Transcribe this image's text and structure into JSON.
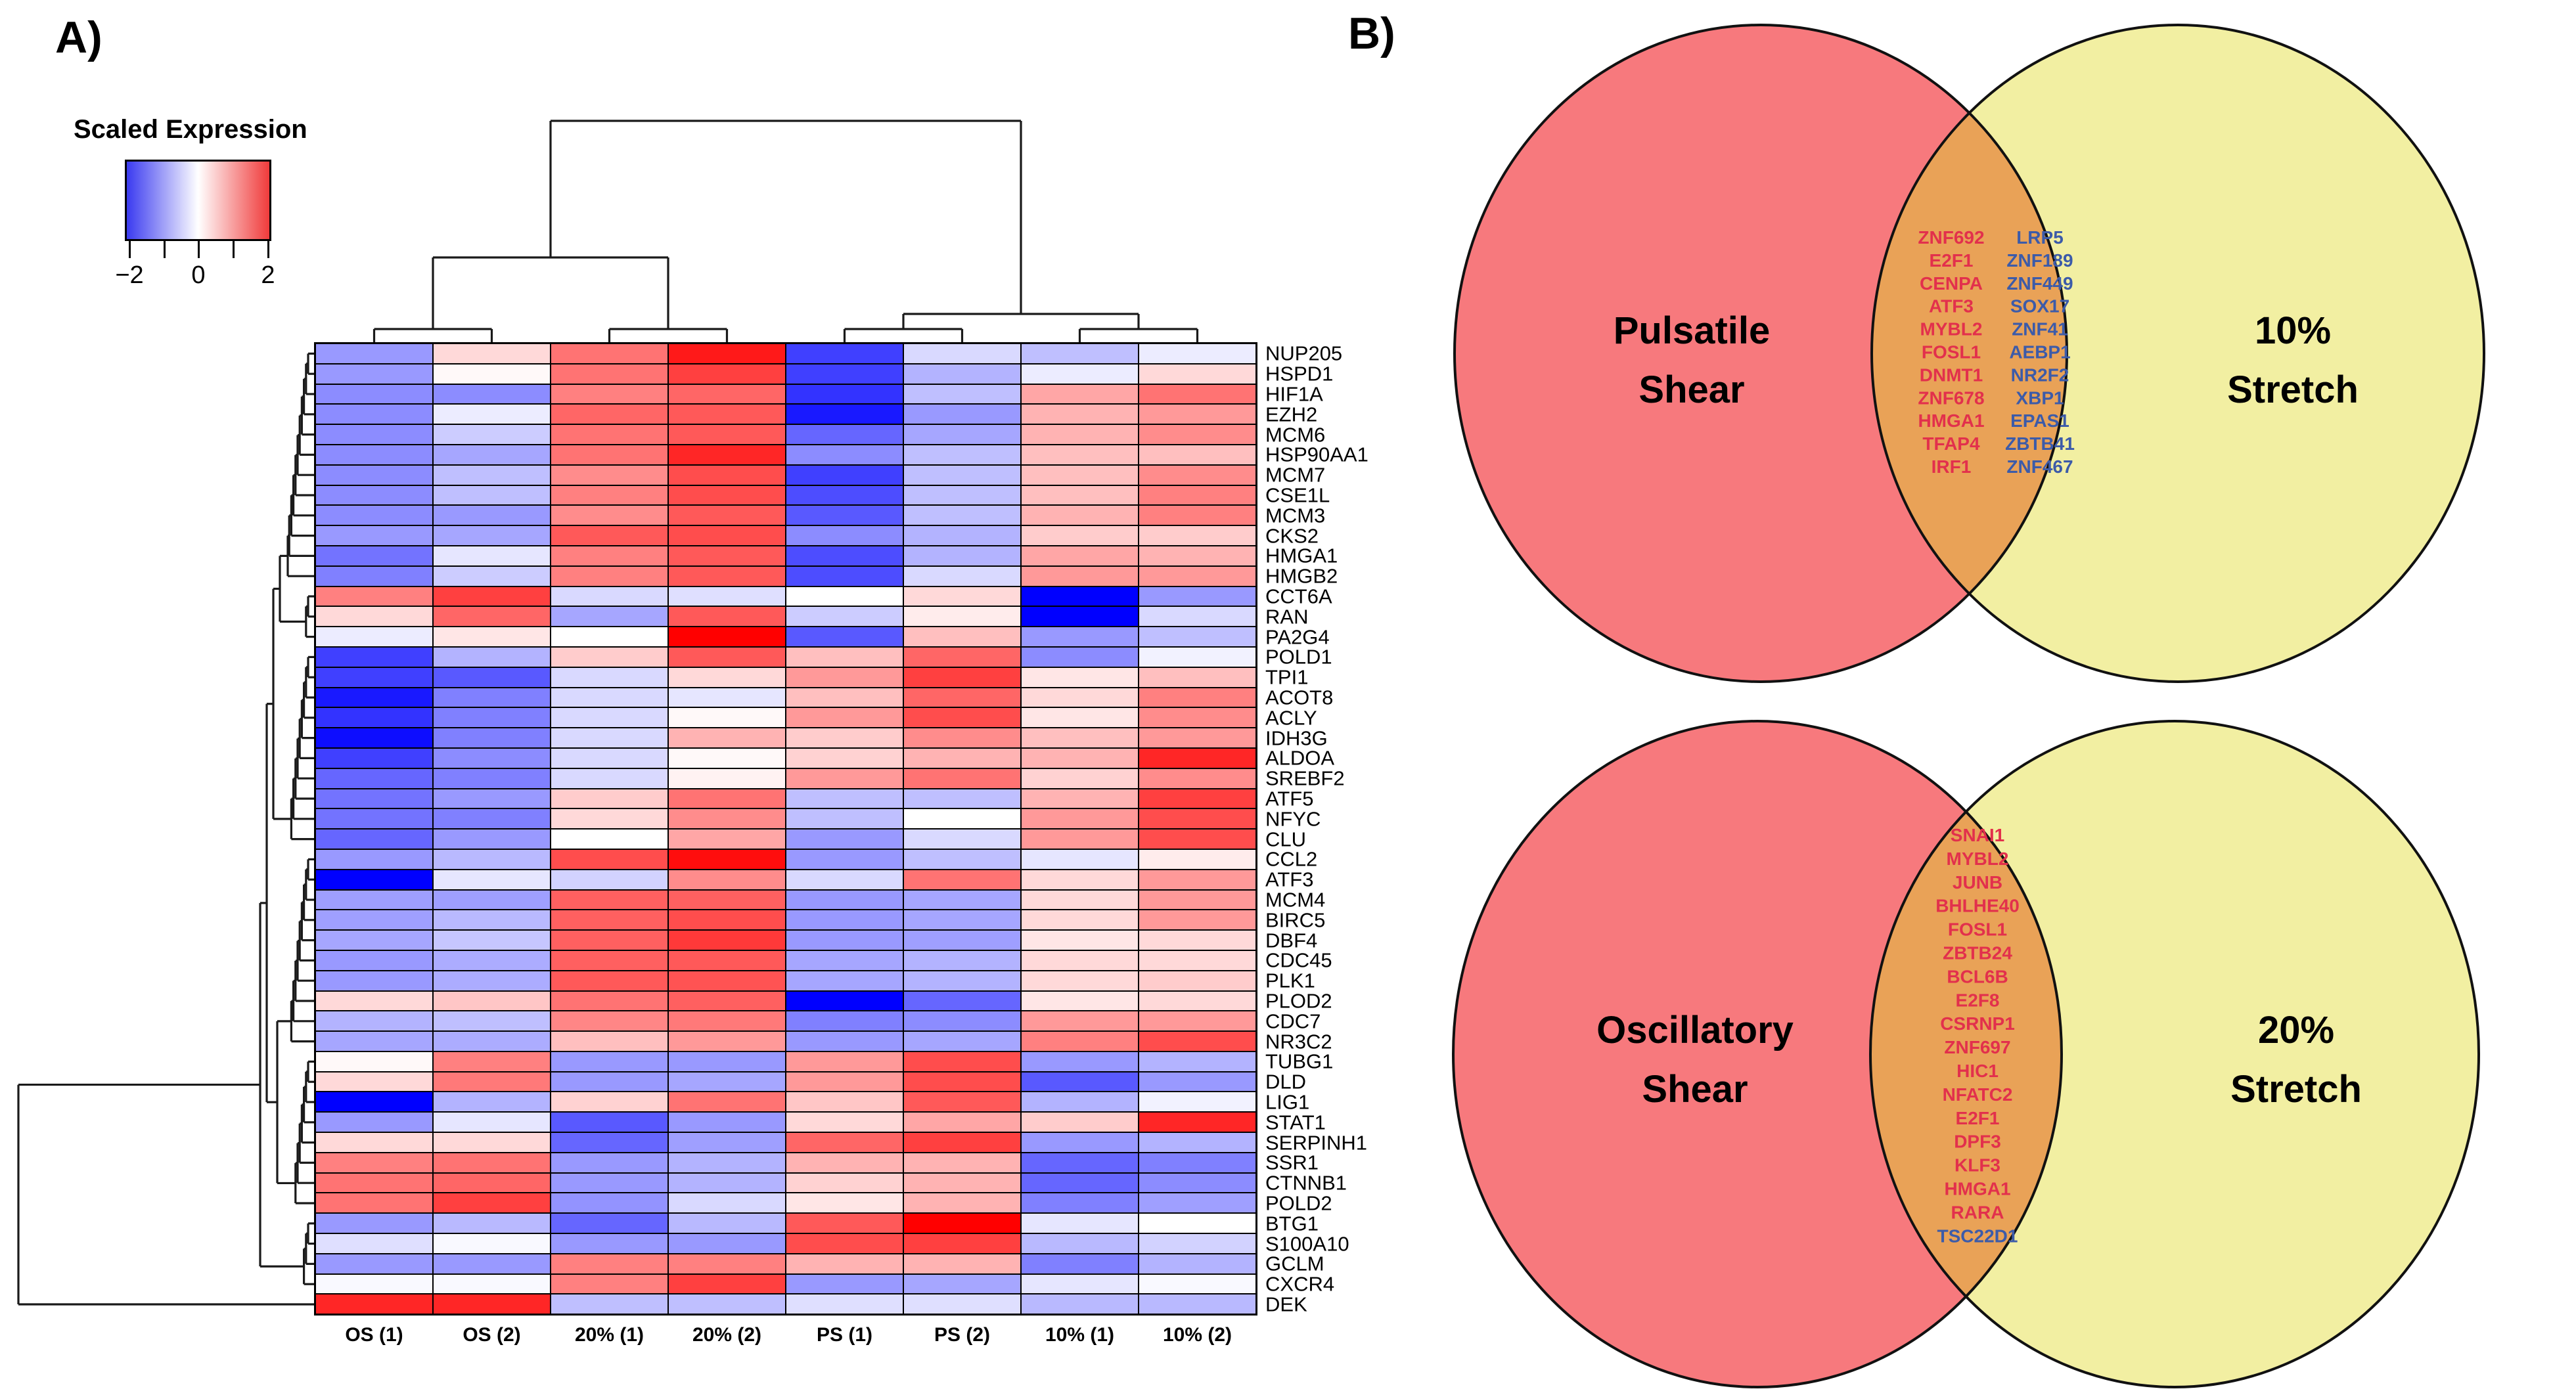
{
  "panel_labels": {
    "a": "A)",
    "b": "B)"
  },
  "colors": {
    "heat_low": "#0000FF",
    "heat_mid": "#FFFFFF",
    "heat_high": "#FF0000",
    "venn_left_fill": "#F7797D",
    "venn_right_fill": "#F2EFA2",
    "venn_overlap_fill": "#E9A257",
    "venn_red_text": "#E2304C",
    "venn_blue_text": "#3C5BA9",
    "dendro_stroke": "#1a1a1a"
  },
  "chart_data": [
    {
      "type": "heatmap",
      "panel": "A",
      "legend_title": "Scaled Expression",
      "colorbar": {
        "min": -2,
        "max": 2,
        "tick_labels": [
          "−2",
          "0",
          "2"
        ],
        "low_color": "#3B3BF0",
        "mid_color": "#FFFFFF",
        "high_color": "#F03B3B"
      },
      "columns": [
        "OS (1)",
        "OS (2)",
        "20% (1)",
        "20% (2)",
        "PS (1)",
        "PS (2)",
        "10% (1)",
        "10% (2)"
      ],
      "rows": [
        "NUP205",
        "HSPD1",
        "HIF1A",
        "EZH2",
        "MCM6",
        "HSP90AA1",
        "MCM7",
        "CSE1L",
        "MCM3",
        "CKS2",
        "HMGA1",
        "HMGB2",
        "CCT6A",
        "RAN",
        "PA2G4",
        "POLD1",
        "TPI1",
        "ACOT8",
        "ACLY",
        "IDH3G",
        "ALDOA",
        "SREBF2",
        "ATF5",
        "NFYC",
        "CLU",
        "CCL2",
        "ATF3",
        "MCM4",
        "BIRC5",
        "DBF4",
        "CDC45",
        "PLK1",
        "PLOD2",
        "CDC7",
        "NR3C2",
        "TUBG1",
        "DLD",
        "LIG1",
        "STAT1",
        "SERPINH1",
        "SSR1",
        "CTNNB1",
        "POLD2",
        "BTG1",
        "S100A10",
        "GCLM",
        "CXCR4",
        "DEK"
      ],
      "values": [
        [
          -0.8,
          0.3,
          1.1,
          1.8,
          -1.5,
          -0.3,
          -0.5,
          -0.15
        ],
        [
          -0.8,
          0.05,
          1.1,
          1.5,
          -1.5,
          -0.6,
          -0.15,
          0.3
        ],
        [
          -0.9,
          -0.9,
          1.0,
          1.2,
          -1.6,
          -0.5,
          0.7,
          1.1
        ],
        [
          -0.9,
          -0.15,
          1.2,
          1.3,
          -1.8,
          -0.8,
          0.6,
          0.8
        ],
        [
          -0.9,
          -0.4,
          1.1,
          1.3,
          -1.2,
          -0.7,
          0.6,
          0.9
        ],
        [
          -0.9,
          -0.7,
          1.1,
          1.7,
          -0.9,
          -0.5,
          0.5,
          0.5
        ],
        [
          -0.9,
          -0.5,
          0.9,
          1.4,
          -1.5,
          -0.5,
          0.5,
          0.9
        ],
        [
          -0.9,
          -0.5,
          1.0,
          1.4,
          -1.4,
          -0.5,
          0.5,
          1.0
        ],
        [
          -0.9,
          -0.8,
          0.9,
          1.3,
          -1.3,
          -0.5,
          0.6,
          1.0
        ],
        [
          -0.8,
          -0.7,
          1.3,
          1.4,
          -0.9,
          -0.6,
          0.4,
          0.4
        ],
        [
          -1.1,
          -0.2,
          1.0,
          1.3,
          -1.4,
          -0.6,
          0.7,
          0.6
        ],
        [
          -1.0,
          -0.4,
          1.0,
          1.3,
          -1.4,
          -0.3,
          0.8,
          0.8
        ],
        [
          1.0,
          1.5,
          -0.3,
          -0.25,
          0.0,
          0.3,
          -2.0,
          -0.8
        ],
        [
          0.3,
          1.2,
          -0.7,
          1.3,
          -0.4,
          0.15,
          -2.0,
          -0.3
        ],
        [
          -0.15,
          0.2,
          0.0,
          2.0,
          -1.3,
          0.5,
          -0.8,
          -0.5
        ],
        [
          -1.5,
          -0.6,
          0.4,
          1.3,
          0.5,
          1.2,
          -0.9,
          -0.1
        ],
        [
          -1.5,
          -1.3,
          -0.3,
          0.3,
          0.8,
          1.5,
          0.2,
          0.5
        ],
        [
          -1.8,
          -1.0,
          -0.3,
          -0.2,
          0.5,
          1.2,
          0.3,
          1.0
        ],
        [
          -1.6,
          -1.0,
          -0.3,
          0.05,
          0.8,
          1.4,
          0.2,
          0.9
        ],
        [
          -1.9,
          -1.0,
          -0.3,
          0.6,
          0.4,
          0.9,
          0.5,
          0.8
        ],
        [
          -1.5,
          -0.9,
          -0.3,
          0.05,
          0.35,
          0.6,
          0.6,
          1.7
        ],
        [
          -1.2,
          -1.0,
          -0.3,
          0.1,
          0.8,
          1.1,
          0.35,
          0.9
        ],
        [
          -1.1,
          -0.8,
          0.4,
          1.1,
          -0.5,
          -0.5,
          0.6,
          1.5
        ],
        [
          -1.1,
          -1.0,
          0.3,
          0.9,
          -0.5,
          0.0,
          0.8,
          1.4
        ],
        [
          -1.2,
          -0.8,
          0.0,
          0.7,
          -0.8,
          -0.3,
          0.8,
          1.4
        ],
        [
          -0.8,
          -0.55,
          1.4,
          1.9,
          -0.8,
          -0.5,
          -0.2,
          0.15
        ],
        [
          -2.0,
          -0.2,
          -0.35,
          0.9,
          -0.3,
          1.1,
          0.3,
          0.8
        ],
        [
          -0.75,
          -0.75,
          1.25,
          1.25,
          -0.8,
          -0.7,
          0.3,
          0.8
        ],
        [
          -0.75,
          -0.55,
          1.25,
          1.4,
          -0.8,
          -0.7,
          0.3,
          0.8
        ],
        [
          -0.7,
          -0.45,
          1.25,
          1.55,
          -0.8,
          -0.75,
          0.2,
          0.3
        ],
        [
          -0.8,
          -0.65,
          1.25,
          1.3,
          -0.7,
          -0.6,
          0.3,
          0.3
        ],
        [
          -0.8,
          -0.65,
          1.3,
          1.35,
          -0.7,
          -0.6,
          0.3,
          0.4
        ],
        [
          0.3,
          0.45,
          1.1,
          1.25,
          -2.0,
          -1.2,
          0.2,
          0.3
        ],
        [
          -0.6,
          -0.5,
          0.95,
          1.05,
          -1.0,
          -0.9,
          0.8,
          0.8
        ],
        [
          -0.7,
          -0.65,
          0.5,
          0.8,
          -0.8,
          -0.7,
          1.0,
          1.4
        ],
        [
          0.05,
          1.0,
          -0.8,
          -0.8,
          0.8,
          1.4,
          -0.8,
          -0.6
        ],
        [
          0.3,
          1.05,
          -0.8,
          -0.7,
          0.8,
          1.4,
          -1.3,
          -0.8
        ],
        [
          -2.0,
          -0.6,
          0.35,
          1.1,
          0.45,
          1.3,
          -0.6,
          -0.1
        ],
        [
          -0.8,
          -0.2,
          -1.3,
          -0.8,
          0.3,
          0.7,
          0.4,
          1.7
        ],
        [
          0.3,
          0.3,
          -1.2,
          -0.75,
          1.2,
          1.5,
          -0.8,
          -0.6
        ],
        [
          1.0,
          1.1,
          -0.8,
          -0.6,
          0.6,
          0.6,
          -1.2,
          -1.0
        ],
        [
          1.1,
          1.2,
          -0.8,
          -0.6,
          0.35,
          0.6,
          -1.2,
          -0.9
        ],
        [
          1.1,
          1.5,
          -0.85,
          -0.3,
          0.2,
          0.6,
          -1.0,
          -0.75
        ],
        [
          -0.8,
          -0.55,
          -1.2,
          -0.55,
          1.3,
          2.0,
          -0.2,
          0.0
        ],
        [
          -0.25,
          -0.05,
          -0.8,
          -0.8,
          1.4,
          1.5,
          -0.55,
          -0.35
        ],
        [
          -0.8,
          -0.8,
          1.0,
          1.0,
          0.6,
          0.6,
          -1.0,
          -0.6
        ],
        [
          -0.05,
          -0.05,
          1.0,
          1.5,
          -0.8,
          -0.7,
          -0.2,
          -0.05
        ],
        [
          1.7,
          1.7,
          -0.5,
          -0.5,
          -0.25,
          -0.25,
          -0.55,
          -0.55
        ]
      ],
      "col_dendro": {
        "leaf_h": 521,
        "pair_h": 501,
        "merge_left_h": 392,
        "merge_right_h": 478,
        "root_h": 184
      },
      "row_dendro": {
        "groups": [
          [
            0,
            11
          ],
          [
            12,
            14
          ],
          [
            15,
            24
          ],
          [
            25,
            34
          ],
          [
            35,
            42
          ],
          [
            43,
            46
          ]
        ],
        "chain_base": 9,
        "chain_step": 3.2,
        "chain_cap": 40,
        "merges": [
          [
            "g0",
            "g1",
            52
          ],
          [
            "m0",
            "g2",
            62
          ],
          [
            "g3",
            "g4",
            56
          ],
          [
            "m1",
            "m2",
            72
          ],
          [
            "m3",
            "g5",
            82
          ],
          [
            "m4",
            "leaf47",
            450
          ]
        ]
      }
    },
    {
      "type": "venn",
      "panel": "B",
      "position": "top",
      "left_set": "Pulsatile Shear",
      "right_set": "10% Stretch",
      "left_label_lines": [
        "Pulsatile",
        "Shear"
      ],
      "right_label_lines": [
        "10%",
        "Stretch"
      ],
      "intersection_column1_red": [
        "ZNF692",
        "E2F1",
        "CENPA",
        "ATF3",
        "MYBL2",
        "FOSL1",
        "DNMT1",
        "ZNF678",
        "HMGA1",
        "TFAP4",
        "IRF1"
      ],
      "intersection_column2_blue": [
        "LRP5",
        "ZNF189",
        "ZNF449",
        "SOX17",
        "ZNF41",
        "AEBP1",
        "NR2F2",
        "XBP1",
        "EPAS1",
        "ZBTB41",
        "ZNF467"
      ]
    },
    {
      "type": "venn",
      "panel": "B",
      "position": "bottom",
      "left_set": "Oscillatory Shear",
      "right_set": "20% Stretch",
      "left_label_lines": [
        "Oscillatory",
        "Shear"
      ],
      "right_label_lines": [
        "20%",
        "Stretch"
      ],
      "intersection_red": [
        "SNAI1",
        "MYBL2",
        "JUNB",
        "BHLHE40",
        "FOSL1",
        "ZBTB24",
        "BCL6B",
        "E2F8",
        "CSRNP1",
        "ZNF697",
        "HIC1",
        "NFATC2",
        "E2F1",
        "DPF3",
        "KLF3",
        "HMGA1",
        "RARA"
      ],
      "intersection_blue": [
        "TSC22D1"
      ]
    }
  ]
}
